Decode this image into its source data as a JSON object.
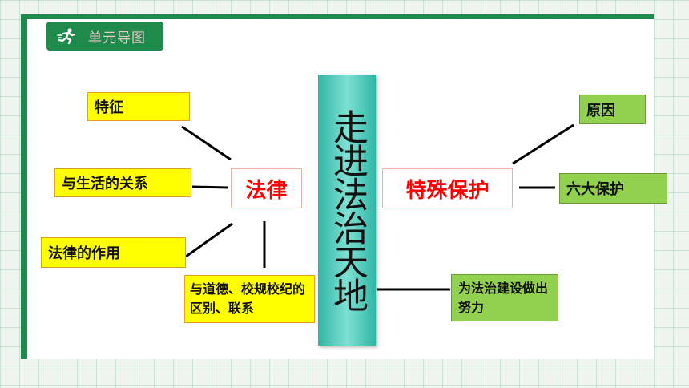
{
  "header": {
    "tag_label": "单元导图"
  },
  "center": {
    "title": "走进法治天地"
  },
  "left_branch": {
    "main": "法律",
    "items": [
      "特征",
      "与生活的关系",
      "法律的作用",
      "与道德、校规校纪的区别、联系"
    ]
  },
  "right_branch": {
    "main": "特殊保护",
    "items": [
      "原因",
      "六大保护"
    ]
  },
  "bottom_branch": {
    "label": "为法治建设做出努力"
  },
  "colors": {
    "frame": "#1f8a4c",
    "center_box": "#4fd0c0",
    "yellow_box": "#ffff00",
    "green_box": "#92d050",
    "red_text": "#ff0000"
  },
  "icons": [
    "runner-icon"
  ]
}
